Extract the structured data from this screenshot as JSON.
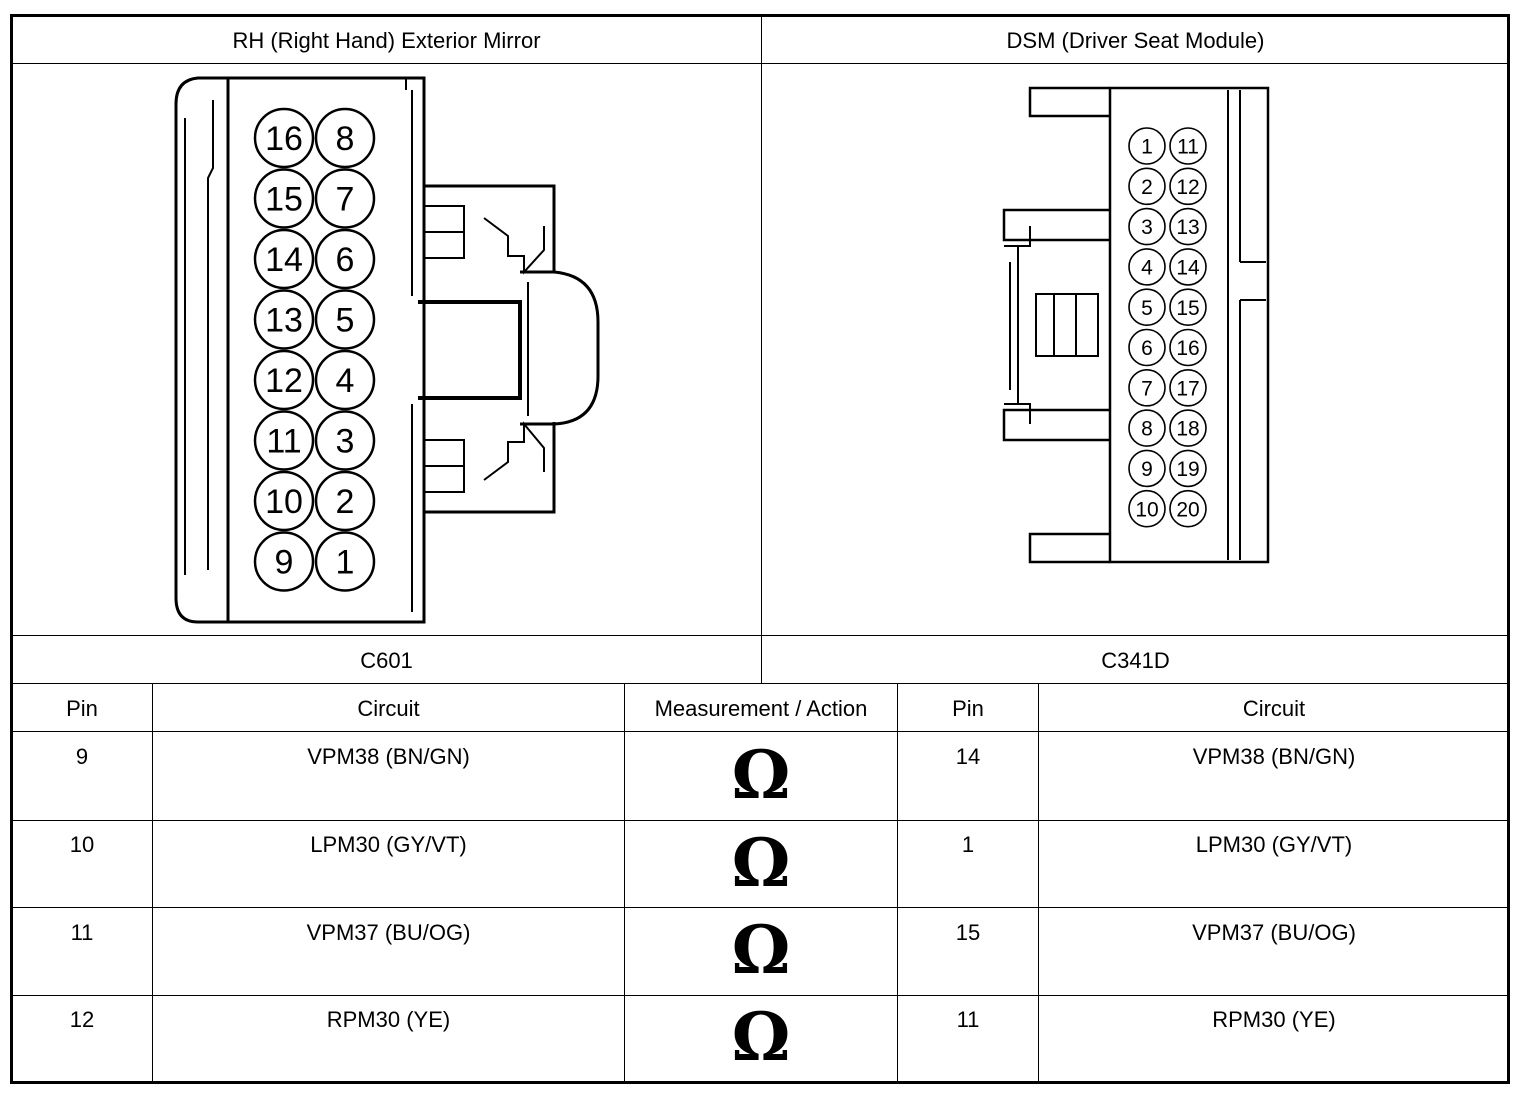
{
  "left_title": "RH (Right Hand) Exterior Mirror",
  "right_title": "DSM (Driver Seat Module)",
  "left_connector_id": "C601",
  "right_connector_id": "C341D",
  "columns": {
    "pin_left": "Pin",
    "circuit_left": "Circuit",
    "measurement": "Measurement / Action",
    "pin_right": "Pin",
    "circuit_right": "Circuit"
  },
  "rows": [
    {
      "pin_a": "9",
      "circuit_a": "VPM38 (BN/GN)",
      "action": "Ω",
      "pin_b": "14",
      "circuit_b": "VPM38 (BN/GN)"
    },
    {
      "pin_a": "10",
      "circuit_a": "LPM30 (GY/VT)",
      "action": "Ω",
      "pin_b": "1",
      "circuit_b": "LPM30 (GY/VT)"
    },
    {
      "pin_a": "11",
      "circuit_a": "VPM37 (BU/OG)",
      "action": "Ω",
      "pin_b": "15",
      "circuit_b": "VPM37 (BU/OG)"
    },
    {
      "pin_a": "12",
      "circuit_a": "RPM30 (YE)",
      "action": "Ω",
      "pin_b": "11",
      "circuit_b": "RPM30 (YE)"
    }
  ],
  "c601_pins": {
    "left_column": [
      "16",
      "15",
      "14",
      "13",
      "12",
      "11",
      "10",
      "9"
    ],
    "right_column": [
      "8",
      "7",
      "6",
      "5",
      "4",
      "3",
      "2",
      "1"
    ]
  },
  "c341d_pins": {
    "left_column": [
      "1",
      "2",
      "3",
      "4",
      "5",
      "6",
      "7",
      "8",
      "9",
      "10"
    ],
    "right_column": [
      "11",
      "12",
      "13",
      "14",
      "15",
      "16",
      "17",
      "18",
      "19",
      "20"
    ]
  }
}
